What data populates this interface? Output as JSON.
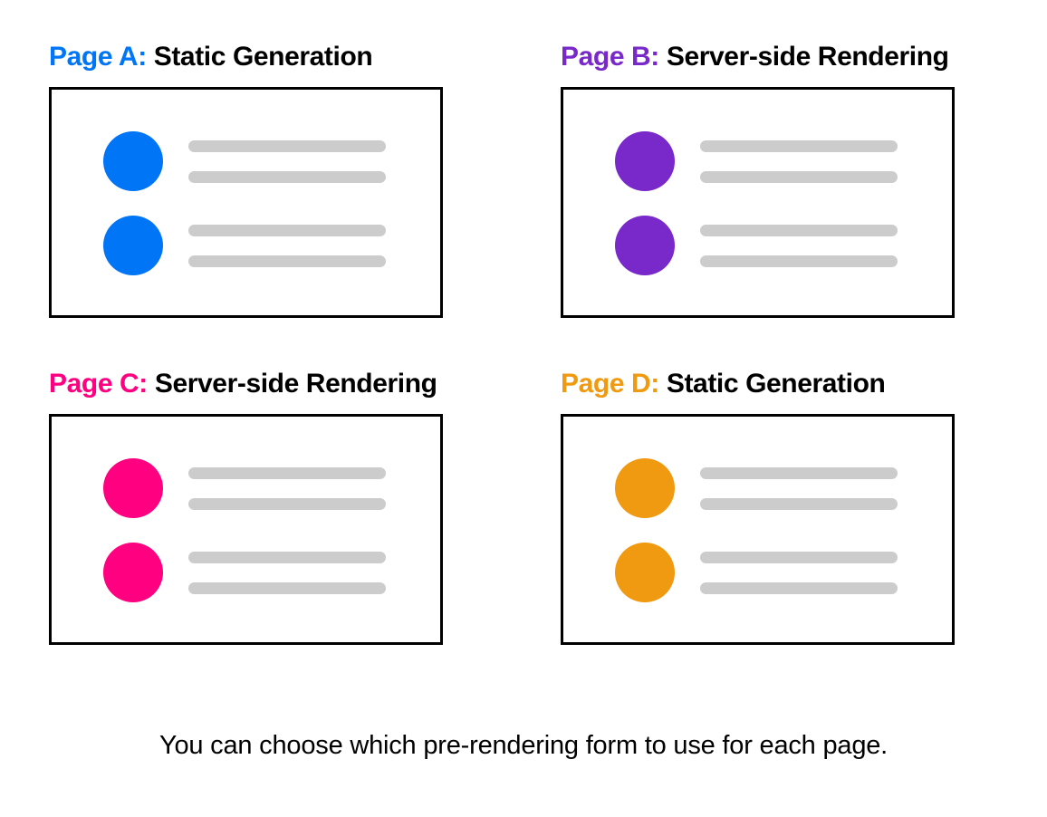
{
  "diagram": {
    "caption": "You can choose which pre-rendering form to use for each page.",
    "bar_color": "#cccccc",
    "card_border_color": "#000000",
    "card_background": "#ffffff",
    "background": "#ffffff"
  },
  "cards": [
    {
      "page_label": "Page A:",
      "mode": "Static Generation",
      "accent_color": "#0076f7",
      "circle_count": 2,
      "bars_per_row": 2
    },
    {
      "page_label": "Page B:",
      "mode": "Server-side Rendering",
      "accent_color": "#7928ca",
      "circle_count": 2,
      "bars_per_row": 2
    },
    {
      "page_label": "Page C:",
      "mode": "Server-side Rendering",
      "accent_color": "#ff0080",
      "circle_count": 2,
      "bars_per_row": 2
    },
    {
      "page_label": "Page D:",
      "mode": "Static Generation",
      "accent_color": "#f09a12",
      "circle_count": 2,
      "bars_per_row": 2
    }
  ]
}
